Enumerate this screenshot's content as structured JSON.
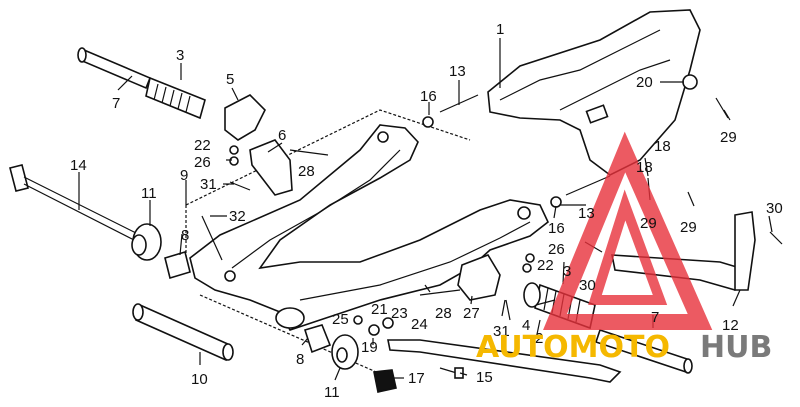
{
  "callouts": {
    "c1": "1",
    "c2": "2",
    "c3a": "3",
    "c3b": "3",
    "c4": "4",
    "c5": "5",
    "c6": "6",
    "c7a": "7",
    "c7b": "7",
    "c8a": "8",
    "c8b": "8",
    "c9": "9",
    "c10": "10",
    "c11a": "11",
    "c11b": "11",
    "c12": "12",
    "c13a": "13",
    "c13b": "13",
    "c14": "14",
    "c15": "15",
    "c16a": "16",
    "c16b": "16",
    "c17": "17",
    "c18a": "18",
    "c18b": "18",
    "c19": "19",
    "c20": "20",
    "c21": "21",
    "c22a": "22",
    "c22b": "22",
    "c23": "23",
    "c24": "24",
    "c25": "25",
    "c26a": "26",
    "c26b": "26",
    "c27": "27",
    "c28a": "28",
    "c28b": "28",
    "c29a": "29",
    "c29b": "29",
    "c29c": "29",
    "c30a": "30",
    "c30b": "30",
    "c31a": "31",
    "c31b": "31",
    "c32": "32"
  },
  "watermark": {
    "part1": "AUTOMOTO",
    "part2": "HUB",
    "color1": "#f5b800",
    "color2": "#7a7a7a",
    "logo_color": "#e8323c"
  }
}
